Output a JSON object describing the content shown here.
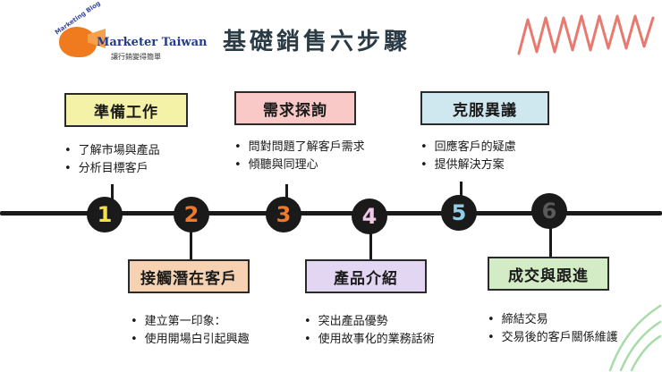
{
  "logo": {
    "small_text": "Marketing Blog",
    "name": "Marketer Taiwan",
    "tagline": "讓行銷變得簡單"
  },
  "title": "基礎銷售六步驟",
  "colors": {
    "highlight_yellow": "#f4f2a6",
    "highlight_pink": "#f8c9c6",
    "highlight_blue": "#cfe8f0",
    "highlight_orange": "#f6d2b3",
    "highlight_purple": "#e3d6f3",
    "highlight_green": "#d4ecc6",
    "squiggle_red": "#e8796f",
    "squiggle_green": "#a7dca8"
  },
  "steps": [
    {
      "number": "1",
      "number_color": "#f4e04a",
      "label": "準備工作",
      "bullets": [
        "了解市場與產品",
        "分析目標客戶"
      ]
    },
    {
      "number": "2",
      "number_color": "#f07a2a",
      "label": "接觸潛在客戶",
      "bullets": [
        "建立第一印象：",
        "使用開場白引起興趣"
      ]
    },
    {
      "number": "3",
      "number_color": "#f07a2a",
      "label": "需求探詢",
      "bullets": [
        "問對問題了解客戶需求",
        "傾聽與同理心"
      ]
    },
    {
      "number": "4",
      "number_color": "#f1c9e8",
      "label": "產品介紹",
      "bullets": [
        "突出產品優勢",
        "使用故事化的業務話術"
      ]
    },
    {
      "number": "5",
      "number_color": "#8fd0e8",
      "label": "克服異議",
      "bullets": [
        "回應客戶的疑慮",
        "提供解決方案"
      ]
    },
    {
      "number": "6",
      "number_color": "#5a5a5a",
      "label": "成交與跟進",
      "bullets": [
        "締結交易",
        "交易後的客戶關係維護"
      ]
    }
  ]
}
